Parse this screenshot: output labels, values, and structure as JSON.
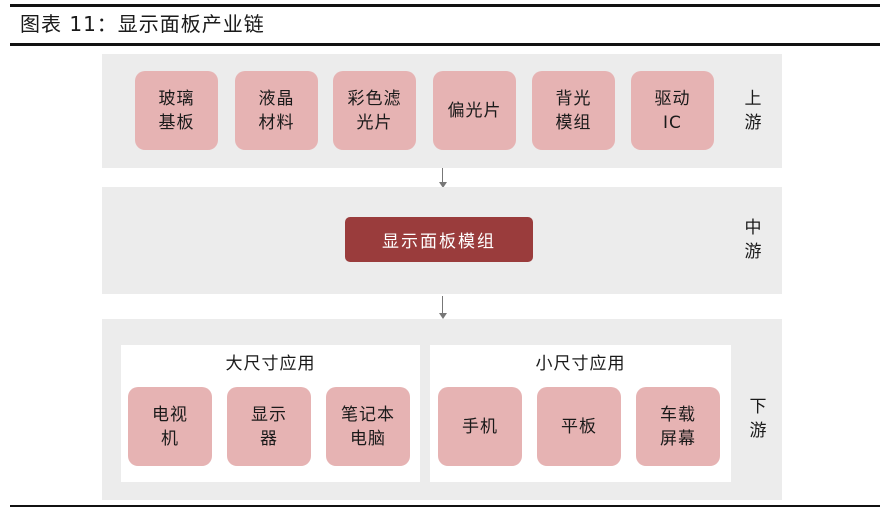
{
  "figure": {
    "title": "图表 11：显示面板产业链"
  },
  "upstream": {
    "label": "上\n游",
    "items": [
      "玻璃\n基板",
      "液晶\n材料",
      "彩色滤\n光片",
      "偏光片",
      "背光\n模组",
      "驱动\nIC"
    ]
  },
  "midstream": {
    "label": "中\n游",
    "center": "显示面板模组"
  },
  "downstream": {
    "label": "下\n游",
    "large": {
      "title": "大尺寸应用",
      "items": [
        "电视\n机",
        "显示\n器",
        "笔记本\n电脑"
      ]
    },
    "small": {
      "title": "小尺寸应用",
      "items": [
        "手机",
        "平板",
        "车载\n屏幕"
      ]
    }
  },
  "colors": {
    "box_fill": "#e6b3b3",
    "center_fill": "#9a3c3c",
    "band_fill": "#ececec"
  }
}
